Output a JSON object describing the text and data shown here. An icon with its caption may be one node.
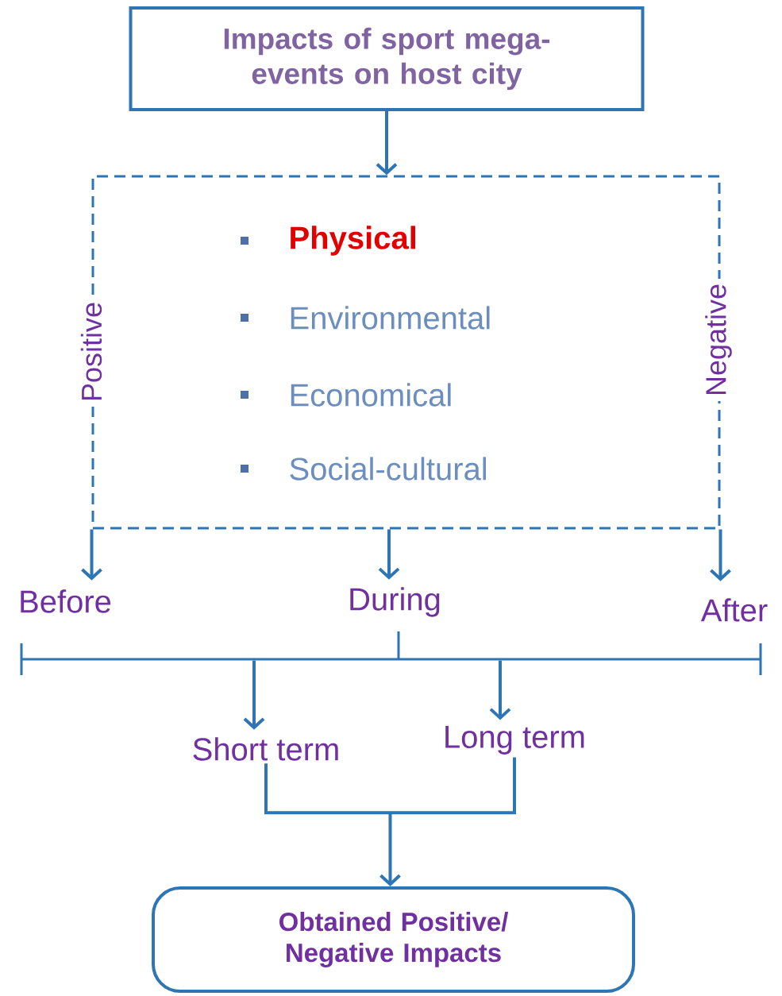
{
  "diagram": {
    "nodes": [
      {
        "text": [
          "Impacts of sport mega-events on host city"
        ]
      },
      {
        "text": [
          "Positive",
          "Physical",
          "Environmental",
          "Economical",
          "Social-cultural",
          "Negative"
        ]
      },
      {
        "text": [
          "Before"
        ]
      },
      {
        "text": [
          "During"
        ]
      },
      {
        "text": [
          "After"
        ]
      },
      {
        "text": [],
        "shape": "bar"
      },
      {
        "text": [
          "Short term"
        ]
      },
      {
        "text": [
          "Long term"
        ]
      },
      {
        "text": [
          "Obtained Positive/ Negative Impacts"
        ]
      }
    ],
    "edges": [
      {
        "from": 0,
        "to": 1,
        "arrow": "to"
      },
      {
        "from": 1,
        "to": 2,
        "arrow": "to"
      },
      {
        "from": 1,
        "to": 3,
        "arrow": "to"
      },
      {
        "from": 1,
        "to": 4,
        "arrow": "to"
      },
      {
        "from": 5,
        "to": 6,
        "arrow": "to"
      },
      {
        "from": 5,
        "to": 7,
        "arrow": "to"
      },
      {
        "from": 6,
        "to": 8,
        "arrow": "to"
      },
      {
        "from": 7,
        "to": 8,
        "arrow": "to"
      }
    ]
  }
}
